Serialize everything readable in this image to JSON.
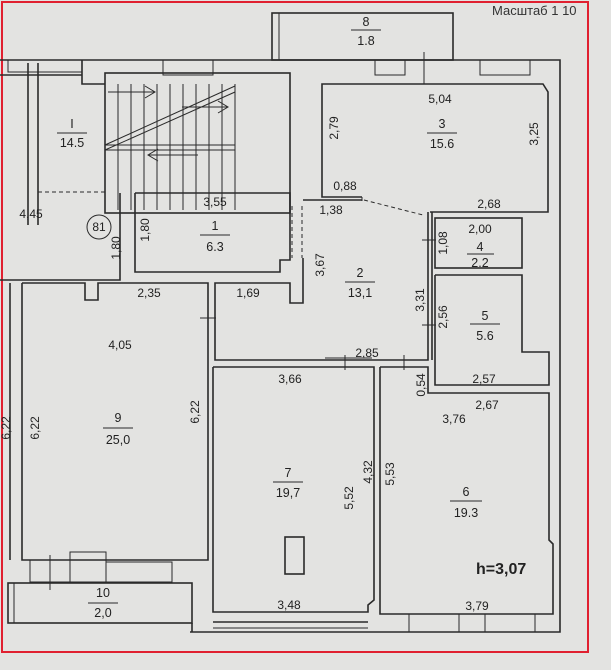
{
  "header": {
    "scale_label": "Масштаб  1  10"
  },
  "marker": {
    "label": "81"
  },
  "ceiling_height": "h=3,07",
  "rooms": [
    {
      "id": "I",
      "area": "14.5"
    },
    {
      "id": "1",
      "area": "6.3"
    },
    {
      "id": "2",
      "area": "13,1"
    },
    {
      "id": "3",
      "area": "15.6"
    },
    {
      "id": "4",
      "area": "2.2"
    },
    {
      "id": "5",
      "area": "5.6"
    },
    {
      "id": "6",
      "area": "19.3"
    },
    {
      "id": "7",
      "area": "19,7"
    },
    {
      "id": "8",
      "area": "1.8"
    },
    {
      "id": "9",
      "area": "25,0"
    },
    {
      "id": "10",
      "area": "2,0"
    }
  ],
  "dimensions": {
    "d445": "4,45",
    "d180a": "1,80",
    "d180b": "1,80",
    "d355": "3,55",
    "d138": "1,38",
    "d088": "0,88",
    "d279": "2,79",
    "d504": "5,04",
    "d325": "3,25",
    "d268": "2,68",
    "d367": "3,67",
    "d200": "2,00",
    "d108": "1,08",
    "d331": "3,31",
    "d256": "2,56",
    "d235": "2,35",
    "d169": "1,69",
    "d405": "4,05",
    "d622a": "6,22",
    "d622b": "6,22",
    "d622c": "6,22",
    "d285": "2,85",
    "d366": "3,66",
    "d257": "2,57",
    "d054": "0,54",
    "d267": "2,67",
    "d376": "3,76",
    "d552": "5,52",
    "d432": "4,32",
    "d553": "5,53",
    "d348": "3,48",
    "d379": "3,79"
  }
}
